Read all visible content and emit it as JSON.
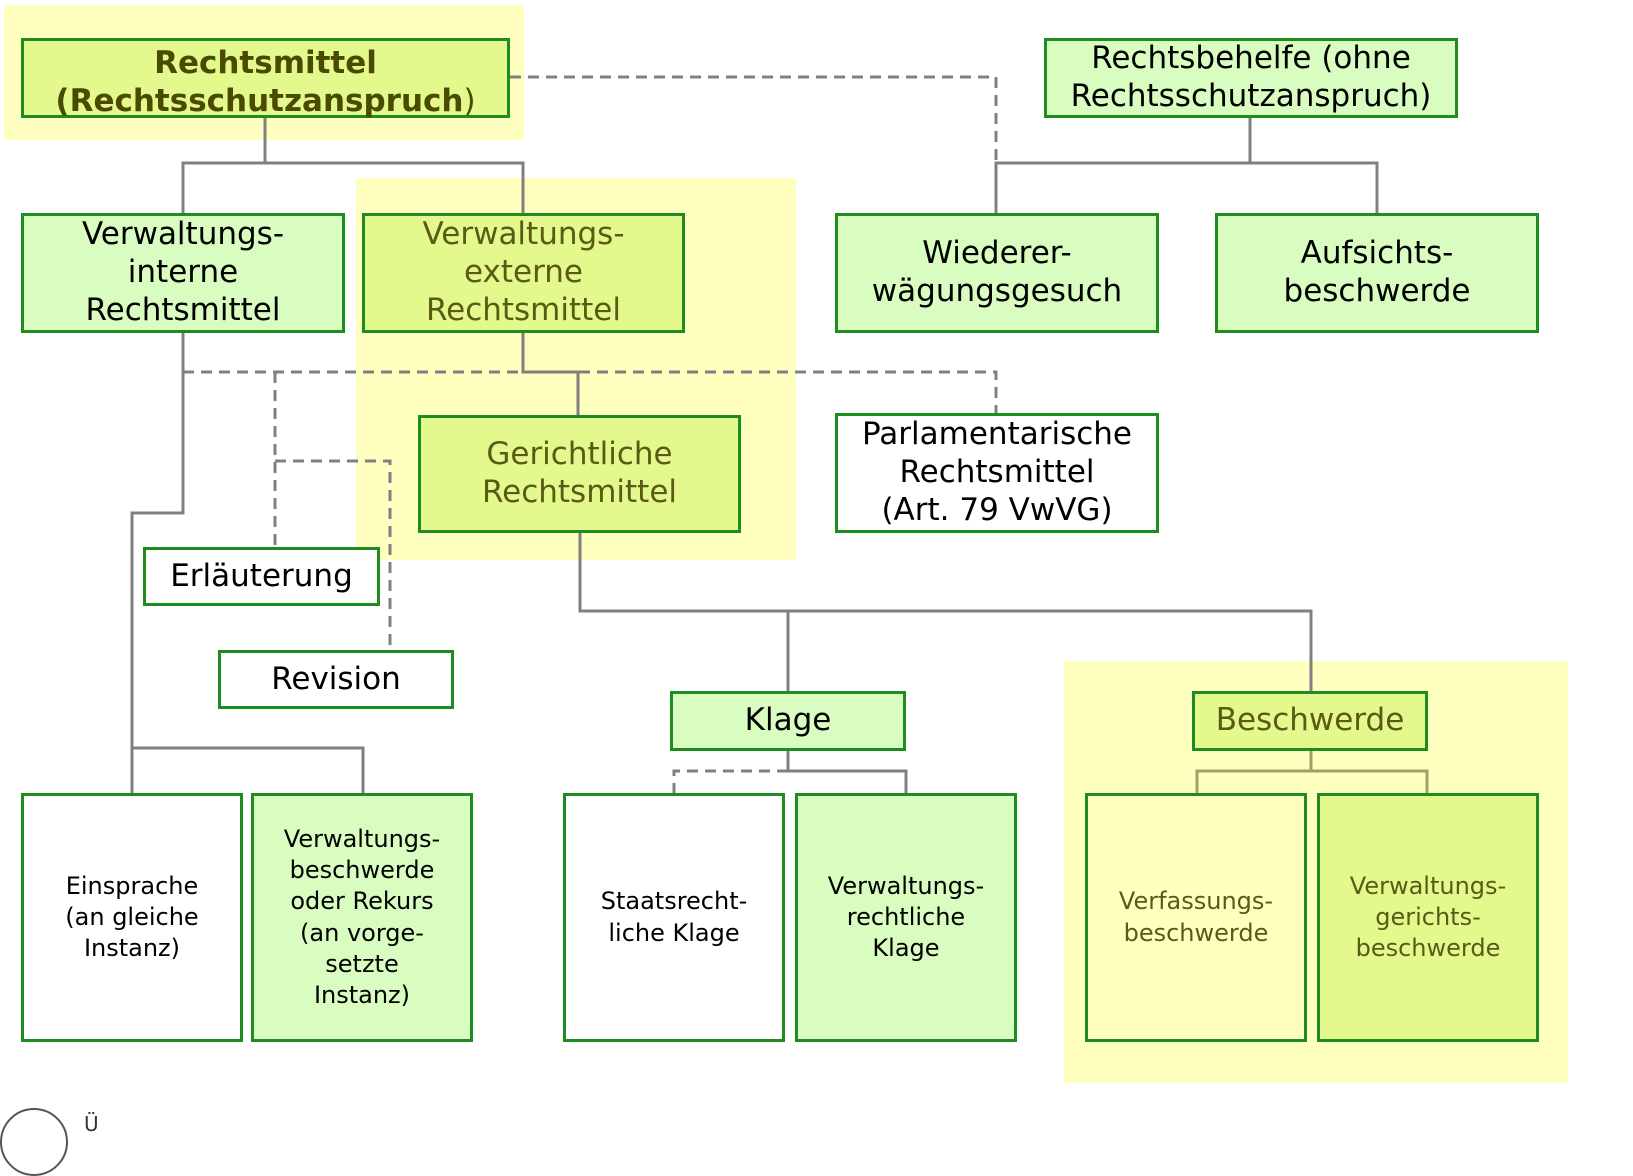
{
  "nodes": {
    "rechtsmittel_line1": "Rechtsmittel",
    "rechtsmittel_line2_bold": "(Rechtsschutzanspruch",
    "rechtsmittel_line2_paren": ")",
    "rechtsbehelfe": "Rechtsbehelfe (ohne\nRechtsschutzanspruch)",
    "verwaltungsinterne": "Verwaltungs-\ninterne\nRechtsmittel",
    "verwaltungsexterne": "Verwaltungs-\nexterne\nRechtsmittel",
    "wiedererwaegung": "Wiederer-\nwägungsgesuch",
    "aufsicht": "Aufsichts-\nbeschwerde",
    "gerichtliche": "Gerichtliche\nRechtsmittel",
    "parlamentarische": "Parlamentarische\nRechtsmittel\n(Art. 79 VwVG)",
    "erlaeuterung": "Erläuterung",
    "revision": "Revision",
    "klage": "Klage",
    "beschwerde": "Beschwerde",
    "einsprache": "Einsprache\n(an gleiche\nInstanz)",
    "verwaltungsbeschwerde": "Verwaltungs-\nbeschwerde\noder Rekurs\n(an vorge-\nsetzte\nInstanz)",
    "staatsrechtliche_klage": "Staatsrecht-\nliche Klage",
    "verwaltungsrechtliche_klage": "Verwaltungs-\nrechtliche\nKlage",
    "verfassungsbeschwerde": "Verfassungs-\nbeschwerde",
    "verwaltungsgerichtsbeschwerde": "Verwaltungs-\ngerichts-\nbeschwerde"
  },
  "footer": {
    "logo_text": "Ü"
  },
  "colors": {
    "border": "#1e8c1e",
    "light_green": "#d9fcc0",
    "yellow_green": "#e3f98e",
    "pale_yellow": "#ffffc0",
    "connector": "#808080"
  }
}
